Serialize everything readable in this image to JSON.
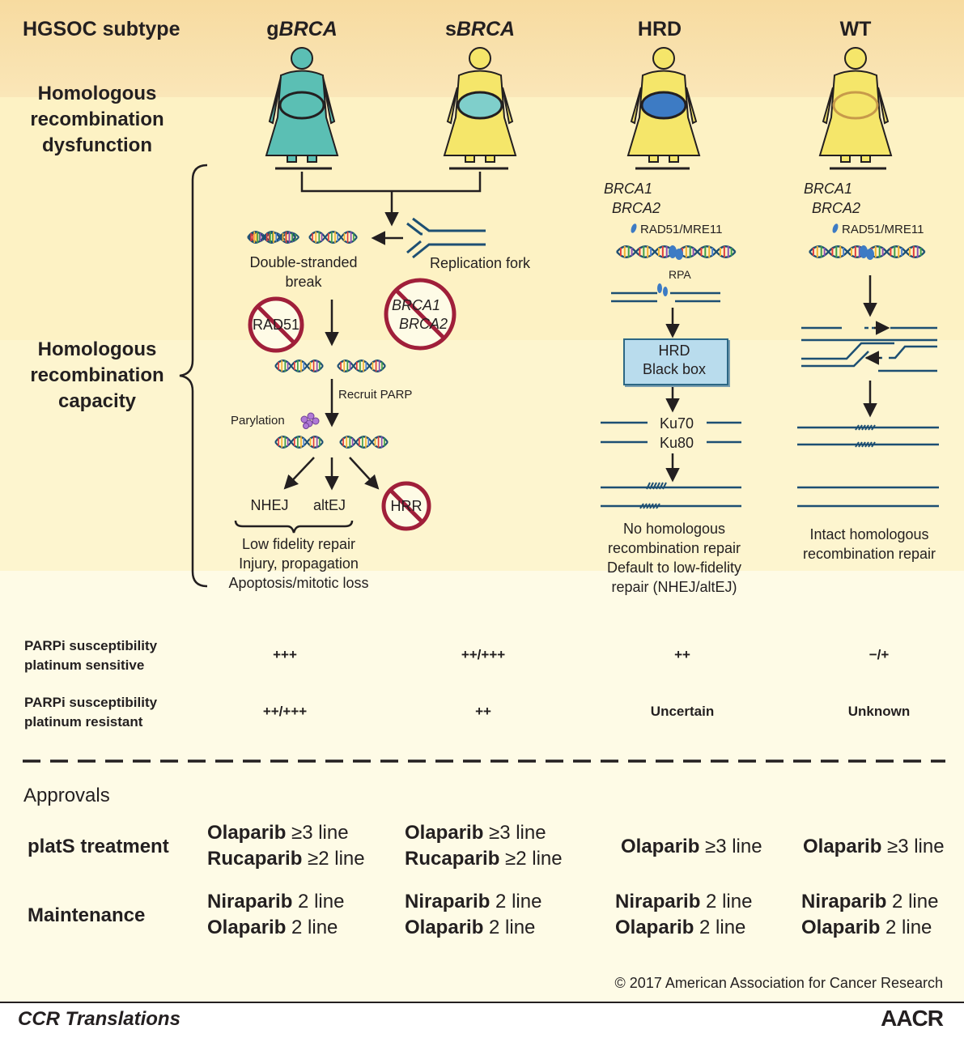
{
  "header": {
    "subtype_label": "HGSOC subtype",
    "columns": [
      {
        "prefix": "g",
        "gene": "BRCA"
      },
      {
        "prefix": "s",
        "gene": "BRCA"
      },
      {
        "name": "HRD"
      },
      {
        "name": "WT"
      }
    ]
  },
  "rows": {
    "hr_dysfunction": "Homologous recombination dysfunction",
    "hr_capacity": "Homologous recombination capacity"
  },
  "brca_panel": {
    "dsb_label_1": "Double-stranded",
    "dsb_label_2": "break",
    "replication_fork": "Replication fork",
    "rad51": "RAD51",
    "brca1": "BRCA1",
    "brca2": "BRCA2",
    "recruit_parp": "Recruit PARP",
    "parylation": "Parylation",
    "nhej": "NHEJ",
    "altej": "altEJ",
    "hrr": "HRR",
    "outcome_1": "Low fidelity repair",
    "outcome_2": "Injury, propagation",
    "outcome_3": "Apoptosis/mitotic loss"
  },
  "hrd_panel": {
    "brca1": "BRCA1",
    "brca2": "BRCA2",
    "rad51_mre11": "RAD51/MRE11",
    "rpa": "RPA",
    "box_1": "HRD",
    "box_2": "Black box",
    "ku70": "Ku70",
    "ku80": "Ku80",
    "outcome_1": "No homologous",
    "outcome_2": "recombination repair",
    "outcome_3": "Default to low-fidelity",
    "outcome_4": "repair (NHEJ/altEJ)"
  },
  "wt_panel": {
    "brca1": "BRCA1",
    "brca2": "BRCA2",
    "rad51_mre11": "RAD51/MRE11",
    "outcome_1": "Intact homologous",
    "outcome_2": "recombination repair"
  },
  "susceptibility": [
    {
      "label_1": "PARPi susceptibility",
      "label_2": "platinum sensitive",
      "values": [
        "+++",
        "++/+++",
        "++",
        "−/+"
      ]
    },
    {
      "label_1": "PARPi susceptibility",
      "label_2": "platinum resistant",
      "values": [
        "++/+++",
        "++",
        "Uncertain",
        "Unknown"
      ]
    }
  ],
  "approvals": {
    "title": "Approvals",
    "plats_label": "platS treatment",
    "maintenance_label": "Maintenance",
    "plats": [
      [
        {
          "drug": "Olaparib",
          "line": "≥3 line"
        },
        {
          "drug": "Rucaparib",
          "line": "≥2 line"
        }
      ],
      [
        {
          "drug": "Olaparib",
          "line": "≥3 line"
        },
        {
          "drug": "Rucaparib",
          "line": "≥2 line"
        }
      ],
      [
        {
          "drug": "Olaparib",
          "line": "≥3 line"
        }
      ],
      [
        {
          "drug": "Olaparib",
          "line": "≥3 line"
        }
      ]
    ],
    "maintenance": [
      [
        {
          "drug": "Niraparib",
          "line": "2 line"
        },
        {
          "drug": "Olaparib",
          "line": "2 line"
        }
      ],
      [
        {
          "drug": "Niraparib",
          "line": "2 line"
        },
        {
          "drug": "Olaparib",
          "line": "2 line"
        }
      ],
      [
        {
          "drug": "Niraparib",
          "line": "2 line"
        },
        {
          "drug": "Olaparib",
          "line": "2 line"
        }
      ],
      [
        {
          "drug": "Niraparib",
          "line": "2 line"
        },
        {
          "drug": "Olaparib",
          "line": "2 line"
        }
      ]
    ]
  },
  "footer": {
    "copyright": "© 2017 American Association for Cancer Research",
    "journal": "CCR Translations",
    "publisher": "AACR"
  },
  "colors": {
    "header_band": "#f8dfa8",
    "band_mid": "#fdf2c4",
    "band_light": "#fefbe6",
    "gbrca_figure": "#5bbfb4",
    "sbrca_figure": "#f5e66a",
    "hrd_circle": "#3d7bc4",
    "wt_circle": "#c79a4a",
    "dna_blue": "#1d4f73",
    "no_sign": "#a01f3a"
  }
}
